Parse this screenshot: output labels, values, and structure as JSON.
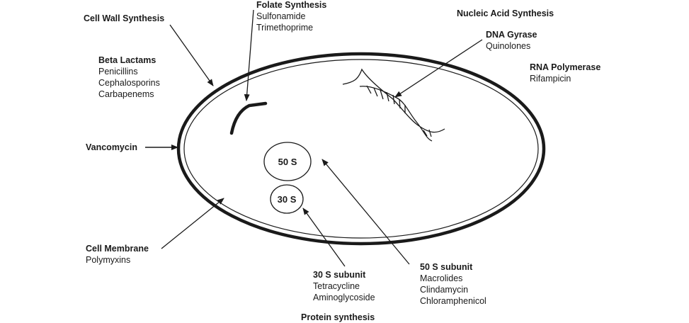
{
  "labels": {
    "cell_wall_synthesis": "Cell Wall Synthesis",
    "folate_synthesis": {
      "title": "Folate Synthesis",
      "items": [
        "Sulfonamide",
        "Trimethoprime"
      ]
    },
    "nucleic_acid_synthesis": "Nucleic Acid Synthesis",
    "dna_gyrase": {
      "title": "DNA Gyrase",
      "items": [
        "Quinolones"
      ]
    },
    "rna_polymerase": {
      "title": "RNA Polymerase",
      "items": [
        "Rifampicin"
      ]
    },
    "beta_lactams": {
      "title": "Beta Lactams",
      "items": [
        "Penicillins",
        "Cephalosporins",
        "Carbapenems"
      ]
    },
    "vancomycin": "Vancomycin",
    "cell_membrane": {
      "title": "Cell Membrane",
      "items": [
        "Polymyxins"
      ]
    },
    "subunit_30s": {
      "title": "30 S subunit",
      "items": [
        "Tetracycline",
        "Aminoglycoside"
      ]
    },
    "subunit_50s": {
      "title": "50 S subunit",
      "items": [
        "Macrolides",
        "Clindamycin",
        "Chloramphenicol"
      ]
    },
    "protein_synthesis": "Protein synthesis"
  },
  "ribosome": {
    "large": "50 S",
    "small": "30 S"
  },
  "colors": {
    "ink": "#1a1a1a",
    "background": "#ffffff"
  }
}
